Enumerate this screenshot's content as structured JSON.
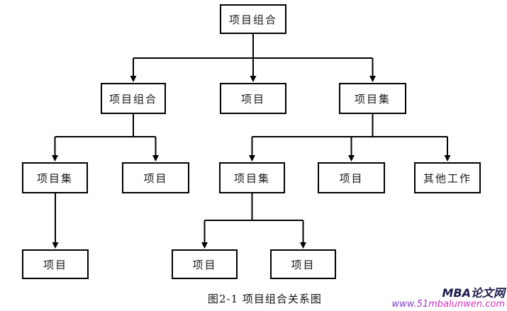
{
  "diagram": {
    "caption": "图2-1 项目组合关系图",
    "nodes": [
      {
        "id": "l1-portfolio",
        "level": 1,
        "label": "项目组合"
      },
      {
        "id": "l2-portfolio",
        "level": 2,
        "label": "项目组合"
      },
      {
        "id": "l2-project",
        "level": 2,
        "label": "项目"
      },
      {
        "id": "l2-program",
        "level": 2,
        "label": "项目集"
      },
      {
        "id": "l3-program-left",
        "level": 3,
        "label": "项目集"
      },
      {
        "id": "l3-project-left",
        "level": 3,
        "label": "项目"
      },
      {
        "id": "l3-program-mid",
        "level": 3,
        "label": "项目集"
      },
      {
        "id": "l3-project-right",
        "level": 3,
        "label": "项目"
      },
      {
        "id": "l3-other-work",
        "level": 3,
        "label": "其他工作"
      },
      {
        "id": "l4-project-left",
        "level": 4,
        "label": "项目"
      },
      {
        "id": "l4-project-mid1",
        "level": 4,
        "label": "项目"
      },
      {
        "id": "l4-project-mid2",
        "level": 4,
        "label": "项目"
      }
    ],
    "edges": [
      [
        "l1-portfolio",
        "l2-portfolio"
      ],
      [
        "l1-portfolio",
        "l2-project"
      ],
      [
        "l1-portfolio",
        "l2-program"
      ],
      [
        "l2-portfolio",
        "l3-program-left"
      ],
      [
        "l2-portfolio",
        "l3-project-left"
      ],
      [
        "l2-program",
        "l3-program-mid"
      ],
      [
        "l2-program",
        "l3-project-right"
      ],
      [
        "l2-program",
        "l3-other-work"
      ],
      [
        "l3-program-left",
        "l4-project-left"
      ],
      [
        "l3-program-mid",
        "l4-project-mid1"
      ],
      [
        "l3-program-mid",
        "l4-project-mid2"
      ]
    ]
  },
  "watermark": {
    "site_name": "MBA论文网",
    "site_url": "www.51mbalunwen.com"
  },
  "colors": {
    "line": "#000000",
    "box_border": "#000000",
    "background": "#ffffff",
    "watermark_name": "#1b1b4d",
    "watermark_url_start": "#6a3bd8",
    "watermark_url_end": "#d32cc6"
  }
}
